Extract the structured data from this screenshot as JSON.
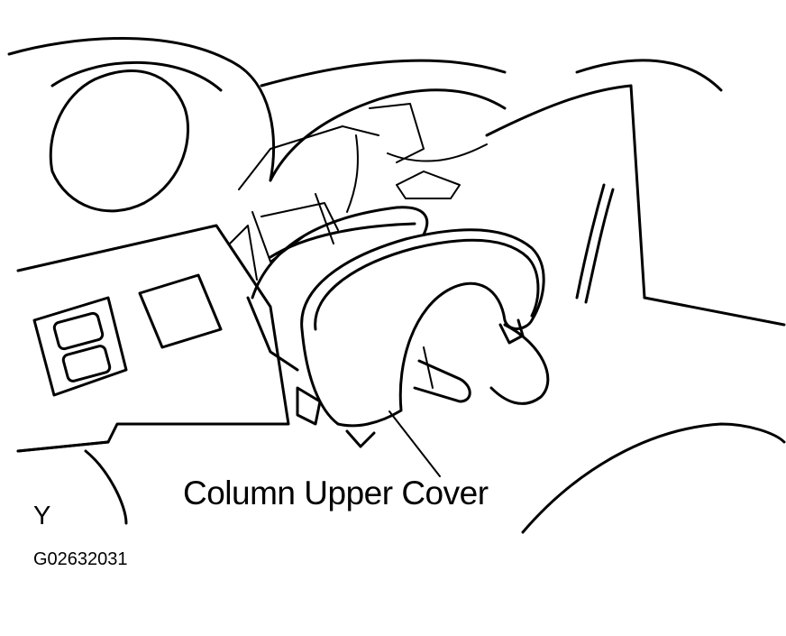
{
  "diagram": {
    "callout_label": "Column Upper Cover",
    "view_letter": "Y",
    "figure_id": "G02632031"
  },
  "colors": {
    "ink": "#000000",
    "paper": "#ffffff"
  }
}
